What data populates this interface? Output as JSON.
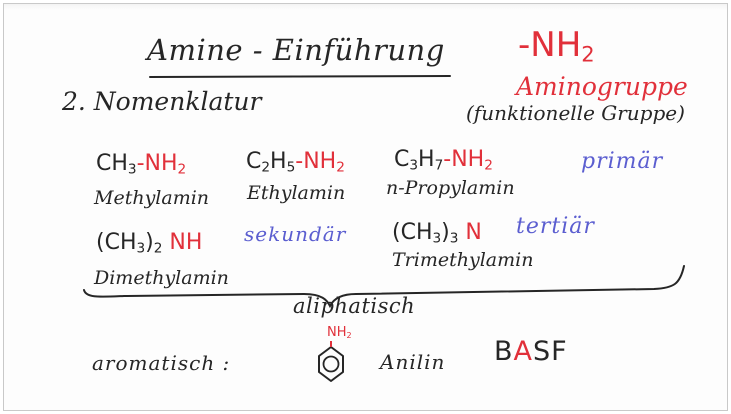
{
  "board": {
    "title": "Amine - Einführung",
    "nh2_label": "-NH",
    "nh2_sub": "2",
    "group_name": "Aminogruppe",
    "group_note": "(funktionelle Gruppe)",
    "subtitle": "2. Nomenklatur"
  },
  "compounds": {
    "methyl": {
      "formula_a": "CH",
      "formula_a_sub": "3",
      "formula_b": "-NH",
      "formula_b_sub": "2",
      "name": "Methylamin"
    },
    "ethyl": {
      "formula_a": "C",
      "formula_a_sub1": "2",
      "formula_a2": "H",
      "formula_a_sub2": "5",
      "formula_b": "-NH",
      "formula_b_sub": "2",
      "name": "Ethylamin"
    },
    "propyl": {
      "formula_a": "C",
      "formula_a_sub1": "3",
      "formula_a2": "H",
      "formula_a_sub2": "7",
      "formula_b": "-NH",
      "formula_b_sub": "2",
      "name": "n-Propylamin"
    },
    "dimethyl": {
      "formula_a": "(CH",
      "formula_a_sub1": "3",
      "formula_a2": ")",
      "formula_a_sub2": "2",
      "formula_b": " NH",
      "name": "Dimethylamin"
    },
    "trimethyl": {
      "formula_a": "(CH",
      "formula_a_sub1": "3",
      "formula_a2": ")",
      "formula_a_sub2": "3",
      "formula_b": " N",
      "name": "Trimethylamin"
    }
  },
  "classes": {
    "primary": "primär",
    "secondary": "sekundär",
    "tertiary": "tertiär"
  },
  "bottom": {
    "aliphatic": "aliphatisch",
    "aromatic": "aromatisch :",
    "aniline_group": "NH",
    "aniline_group_sub": "2",
    "aniline": "Anilin",
    "basf_b": "B",
    "basf_a": "A",
    "basf_sf": "SF"
  },
  "colors": {
    "ink": "#262626",
    "red": "#e1303a",
    "blue": "#5b5ed0",
    "background": "#fdfdfd"
  }
}
